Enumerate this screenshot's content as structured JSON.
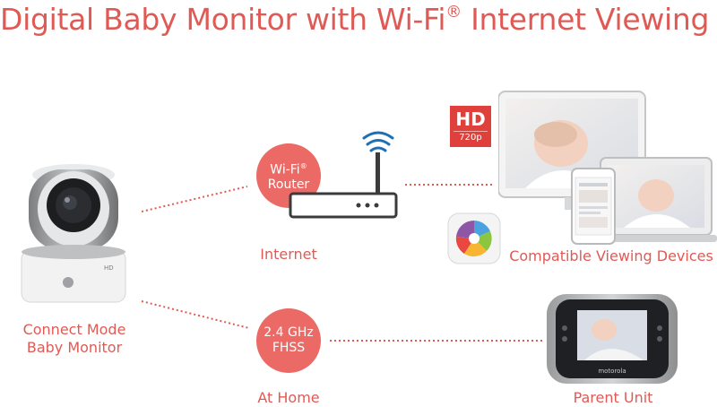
{
  "title": {
    "main": "Digital Baby Monitor with Wi-Fi",
    "reg": "®",
    "tail": " Internet Viewing"
  },
  "labels": {
    "camera_line1": "Connect Mode",
    "camera_line2": "Baby Monitor",
    "internet": "Internet",
    "home": "At Home",
    "devices": "Compatible Viewing Devices",
    "parent": "Parent Unit"
  },
  "bubbles": {
    "wifi_line1": "Wi-Fi",
    "wifi_reg": "®",
    "wifi_line2": "Router",
    "fhss_line1": "2.4 GHz",
    "fhss_line2": "FHSS"
  },
  "badge": {
    "hd": "HD",
    "res": "720p"
  },
  "camera": {
    "logo": "HD"
  },
  "parent_unit": {
    "brand": "motorola"
  },
  "colors": {
    "accent": "#e05a55",
    "bubble": "#ec6a66",
    "badge": "#e0403b"
  }
}
